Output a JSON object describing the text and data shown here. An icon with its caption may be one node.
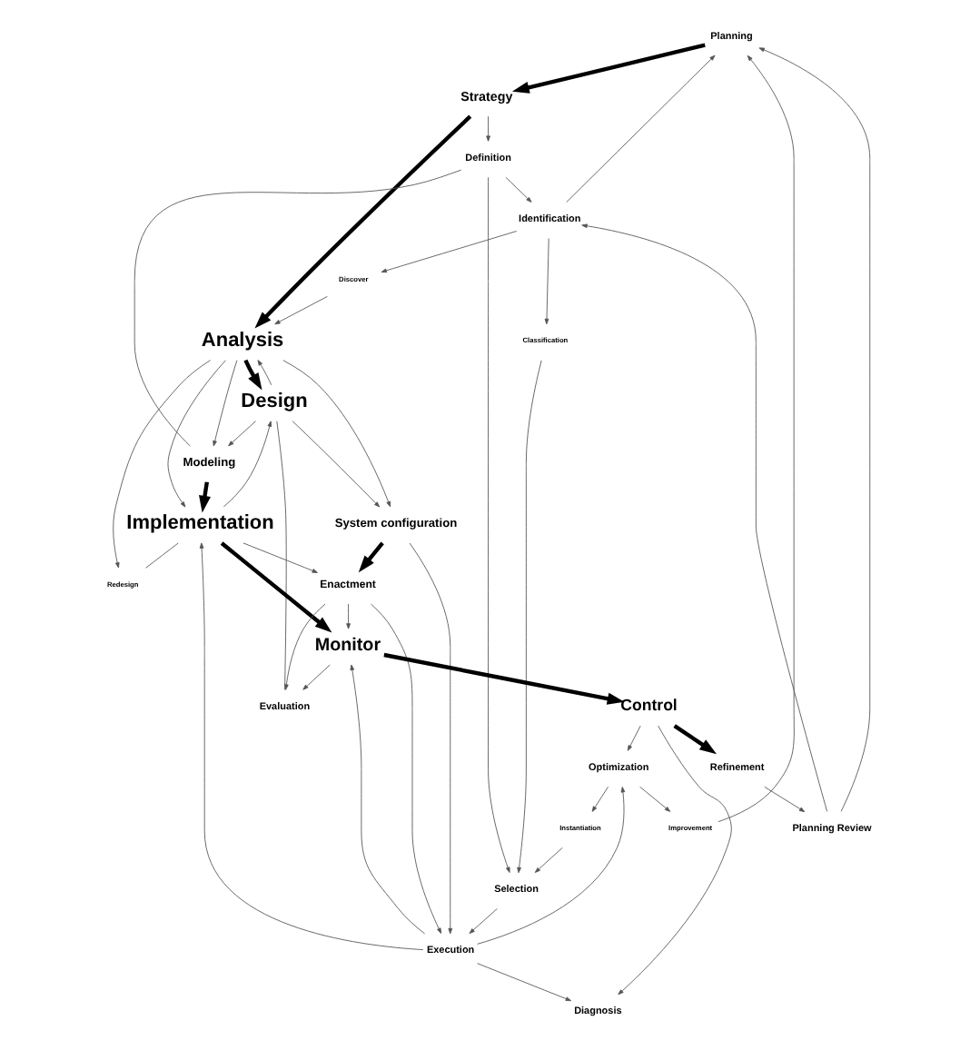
{
  "diagram": {
    "nodes": [
      {
        "text": [
          "Planning"
        ]
      },
      {
        "text": [
          "Strategy"
        ]
      },
      {
        "text": [
          "Definition"
        ]
      },
      {
        "text": [
          "Identification"
        ]
      },
      {
        "text": [
          "Classification"
        ]
      },
      {
        "text": [
          "Discover"
        ]
      },
      {
        "text": [
          "Selection"
        ]
      },
      {
        "text": [
          "Instantiation"
        ]
      },
      {
        "text": [
          "Analysis"
        ]
      },
      {
        "text": [
          "Design"
        ]
      },
      {
        "text": [
          "Modeling"
        ]
      },
      {
        "text": [
          "Implementation"
        ]
      },
      {
        "text": [
          "Redesign"
        ]
      },
      {
        "text": [
          "System configuration"
        ]
      },
      {
        "text": [
          "Enactment"
        ]
      },
      {
        "text": [
          "Monitor"
        ]
      },
      {
        "text": [
          "Execution"
        ]
      },
      {
        "text": [
          "Control"
        ]
      },
      {
        "text": [
          "Diagnosis"
        ]
      },
      {
        "text": [
          "Optimization"
        ]
      },
      {
        "text": [
          "Refinement"
        ]
      },
      {
        "text": [
          "Evaluation"
        ]
      },
      {
        "text": [
          "Improvement"
        ]
      },
      {
        "text": [
          "Planning Review"
        ]
      }
    ],
    "edges": [
      {
        "from": 0,
        "to": 1,
        "arrow": "to",
        "style": "thick"
      },
      {
        "from": 1,
        "to": 2,
        "arrow": "to"
      },
      {
        "from": 3,
        "to": 0,
        "arrow": "to"
      },
      {
        "from": 2,
        "to": 3,
        "arrow": "to"
      },
      {
        "from": 2,
        "to": 6,
        "arrow": "to"
      },
      {
        "from": 3,
        "to": 4,
        "arrow": "to"
      },
      {
        "from": 4,
        "to": 6,
        "arrow": "to"
      },
      {
        "from": 3,
        "to": 5,
        "arrow": "to"
      },
      {
        "from": 7,
        "to": 6,
        "arrow": "to"
      },
      {
        "from": 1,
        "to": 8,
        "arrow": "to",
        "style": "thick"
      },
      {
        "from": 5,
        "to": 8,
        "arrow": "to"
      },
      {
        "from": 6,
        "to": 16,
        "arrow": "to"
      },
      {
        "from": 8,
        "to": 9,
        "arrow": "to",
        "style": "thick"
      },
      {
        "from": 9,
        "to": 8,
        "arrow": "to"
      },
      {
        "from": 8,
        "to": 12,
        "arrow": "to"
      },
      {
        "from": 11,
        "to": 12,
        "arrow": "none"
      },
      {
        "from": 8,
        "to": 10,
        "arrow": "to"
      },
      {
        "from": 8,
        "to": 11,
        "arrow": "to"
      },
      {
        "from": 2,
        "to": 10,
        "arrow": "none"
      },
      {
        "from": 9,
        "to": 10,
        "arrow": "to"
      },
      {
        "from": 10,
        "to": 11,
        "arrow": "to",
        "style": "thick"
      },
      {
        "from": 8,
        "to": 13,
        "arrow": "to"
      },
      {
        "from": 9,
        "to": 13,
        "arrow": "to"
      },
      {
        "from": 11,
        "to": 15,
        "arrow": "to",
        "style": "thick"
      },
      {
        "from": 11,
        "to": 14,
        "arrow": "to"
      },
      {
        "from": 11,
        "to": 9,
        "arrow": "to"
      },
      {
        "from": 13,
        "to": 14,
        "arrow": "to",
        "style": "thick"
      },
      {
        "from": 14,
        "to": 15,
        "arrow": "to"
      },
      {
        "from": 13,
        "to": 16,
        "arrow": "to"
      },
      {
        "from": 14,
        "to": 16,
        "arrow": "to"
      },
      {
        "from": 16,
        "to": 15,
        "arrow": "to"
      },
      {
        "from": 16,
        "to": 11,
        "arrow": "to"
      },
      {
        "from": 15,
        "to": 17,
        "arrow": "to",
        "style": "thick"
      },
      {
        "from": 15,
        "to": 21,
        "arrow": "to"
      },
      {
        "from": 14,
        "to": 21,
        "arrow": "to"
      },
      {
        "from": 9,
        "to": 21,
        "arrow": "none"
      },
      {
        "from": 17,
        "to": 20,
        "arrow": "to",
        "style": "thick"
      },
      {
        "from": 17,
        "to": 19,
        "arrow": "to"
      },
      {
        "from": 16,
        "to": 18,
        "arrow": "to"
      },
      {
        "from": 17,
        "to": 18,
        "arrow": "to"
      },
      {
        "from": 16,
        "to": 19,
        "arrow": "to"
      },
      {
        "from": 19,
        "to": 7,
        "arrow": "to"
      },
      {
        "from": 19,
        "to": 22,
        "arrow": "to"
      },
      {
        "from": 20,
        "to": 23,
        "arrow": "to"
      },
      {
        "from": 22,
        "to": 0,
        "arrow": "to"
      },
      {
        "from": 23,
        "to": 0,
        "arrow": "to"
      },
      {
        "from": 23,
        "to": 3,
        "arrow": "to"
      }
    ]
  }
}
